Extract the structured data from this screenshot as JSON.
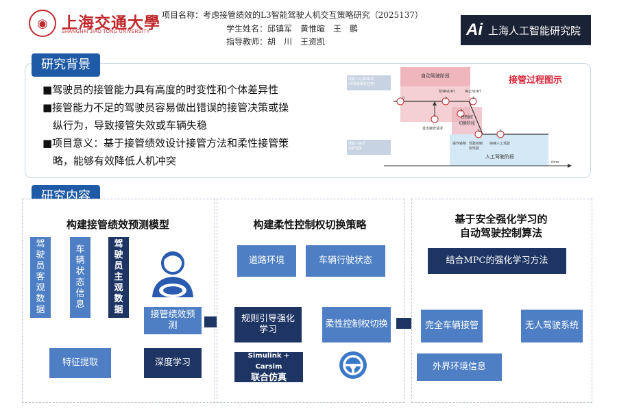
{
  "header": {
    "university_cn": "上海交通大學",
    "university_en": "SHANGHAI JIAO TONG UNIVERSITY",
    "project_line": "项目名称：考虑接管绩效的L3智能驾驶人机交互策略研究（2025137）",
    "students_line": "学生姓名：邱镇军　黄惟暄　王　鹏",
    "advisor_line": "指导教师：胡　川　王资凯",
    "institute_mark": "Ai",
    "institute_name": "上海人工智能研究院"
  },
  "background": {
    "tag": "研究背景",
    "bullets": [
      "■驾驶员的接管能力具有高度的时变性和个体差异性",
      "■接管能力不足的驾驶员容易做出错误的接管决策或操",
      "　纵行为，导致接管失效或车辆失稳",
      "■项目意义：基于接管绩效设计接管方法和柔性接管策",
      "　略，能够有效降低人机冲突"
    ],
    "diagram": {
      "title": "接管过程图示",
      "auto_stage": "自动驾驶阶段",
      "manual_stage": "人工驾驶阶段",
      "switch_stage": "控制权\n切换阶段",
      "driver_ndrt": "驾驶人从事NDRT\n(非驾驶相关任务)",
      "driver_drive": "驾驶人执行\n驾驶任务",
      "request_label": "发出接管请求",
      "ndrt_start": "暂停NDRT",
      "ndrt_stop": "停止NDRT",
      "phase_a": "操作转移",
      "phase_b": "驾驶控制\n权恢复",
      "phase_c": "持续人工驾驶",
      "time_label": "time",
      "numbers": [
        "0",
        "1",
        "2",
        "3",
        "4",
        "5",
        "6"
      ]
    }
  },
  "content": {
    "tag": "研究内容",
    "col1": {
      "title": "构建接管绩效预测模型",
      "box_a": "驾驶员客观数据",
      "box_b": "车辆状态信息",
      "box_c": "驾驶员主观数据",
      "box_predict": "接管绩效预测",
      "box_feature": "特征提取",
      "box_deep": "深度学习"
    },
    "col2": {
      "title": "构建柔性控制权切换策略",
      "box_road": "道路环境",
      "box_vehicle": "车辆行驶状态",
      "box_rl": "规则引导强化学习",
      "box_flex": "柔性控制权切换",
      "sim_line1": "Simulink + Carsim",
      "sim_line2": "联合仿真"
    },
    "col3": {
      "title_line1": "基于安全强化学习的",
      "title_line2": "自动驾驶控制算法",
      "box_mpc": "结合MPC的强化学习方法",
      "box_safe": "完全车辆接管",
      "box_unmanned": "无人驾驶系统",
      "box_env": "外界环境信息"
    }
  },
  "colors": {
    "brand_red": "#c0282d",
    "tag_blue": "#1f5aa6",
    "light_box": "#4e7fc4",
    "dark_box": "#1e3564"
  }
}
